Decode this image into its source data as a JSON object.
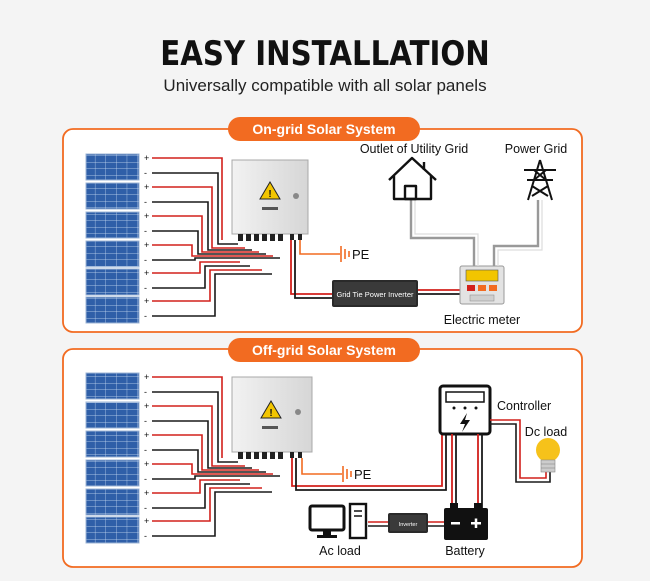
{
  "header": {
    "title": "EASY INSTALLATION",
    "subtitle": "Universally compatible with all solar panels"
  },
  "on_grid": {
    "section_label": "On-grid Solar System",
    "outlet_label": "Outlet of Utility Grid",
    "power_grid_label": "Power Grid",
    "pe_label": "PE",
    "inverter_label": "Grid Tie Power Inverter",
    "meter_label": "Electric meter",
    "plus": "+",
    "minus": "-"
  },
  "off_grid": {
    "section_label": "Off-grid Solar System",
    "controller_label": "Controller",
    "dc_load_label": "Dc load",
    "pe_label": "PE",
    "ac_load_label": "Ac load",
    "battery_label": "Battery",
    "inverter_label": "Inverter",
    "plus": "+",
    "minus": "-"
  },
  "colors": {
    "accent": "#f26b21",
    "panel_blue": "#2f5fa8",
    "wire_red": "#d2201c",
    "wire_black": "#1a1a1a",
    "box_grey": "#e3e3e3"
  },
  "icons": [
    "solar-panel-icon",
    "combiner-box-icon",
    "warning-icon",
    "house-icon",
    "power-tower-icon",
    "electric-meter-icon",
    "inverter-icon",
    "controller-icon",
    "light-bulb-icon",
    "monitor-icon",
    "battery-icon",
    "ground-icon"
  ]
}
